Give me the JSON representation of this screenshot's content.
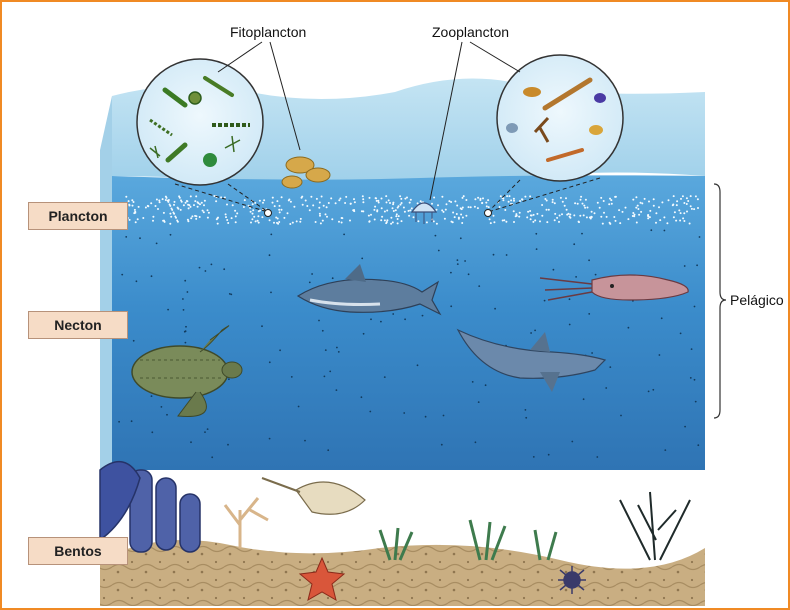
{
  "labels": {
    "fitoplancton": "Fitoplancton",
    "zooplancton": "Zooplancton",
    "pelagico": "Pelágico",
    "plancton": "Plancton",
    "necton": "Necton",
    "bentos": "Bentos"
  },
  "colors": {
    "frame": "#f08a24",
    "sky_water": "#a9d7ec",
    "deep_water": "#3a84c2",
    "sediment": "#cdb48a",
    "label_box": "#f6dcc6"
  },
  "organisms": {
    "phytoplankton_inset": "diatom-cluster-icon",
    "zooplankton_inset": "copepod-cluster-icon",
    "jellyfish": "jellyfish-icon",
    "dolphin": "dolphin-icon",
    "shark": "shark-icon",
    "squid": "squid-icon",
    "turtle": "sea-turtle-icon",
    "ray": "stingray-icon",
    "sponge": "tube-sponge-icon",
    "starfish": "starfish-icon",
    "coral": "coral-icon",
    "sea_urchin": "sea-urchin-icon"
  }
}
